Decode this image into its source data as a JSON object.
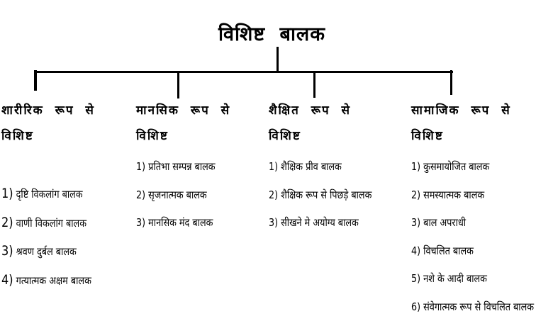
{
  "diagram": {
    "title": "विशिष्ट बालक",
    "colors": {
      "text": "#000000",
      "lines": "#000000",
      "background": "#ffffff"
    },
    "categories": [
      {
        "line1": "शारीरिक रूप से",
        "line2": "विशिष्ट",
        "items": [
          {
            "num": "1)",
            "text": "दृष्टि विकलांग बालक"
          },
          {
            "num": "2)",
            "text": "वाणी विकलांग बालक"
          },
          {
            "num": "3)",
            "text": "श्रवण दुर्बल बालक"
          },
          {
            "num": "4)",
            "text": "गत्यात्मक अक्षम बालक"
          }
        ]
      },
      {
        "line1": "मानसिक रूप से",
        "line2": "विशिष्ट",
        "items": [
          {
            "num": "1)",
            "text": "प्रतिभा सम्पन्न बालक"
          },
          {
            "num": "2)",
            "text": "सृजनात्मक बालक"
          },
          {
            "num": "3)",
            "text": "मानसिक मंद बालक"
          }
        ]
      },
      {
        "line1": "शैक्षित रूप से",
        "line2": "विशिष्ट",
        "items": [
          {
            "num": "1)",
            "text": "शैक्षिक प्रीव बालक"
          },
          {
            "num": "2)",
            "text": "शैक्षिक रूप से पिछड़े बालक"
          },
          {
            "num": "3)",
            "text": "सीखने मे अयोग्य बालक"
          }
        ]
      },
      {
        "line1": "सामाजिक रूप से",
        "line2": "विशिष्ट",
        "items": [
          {
            "num": "1)",
            "text": "कुसमायोजित बालक"
          },
          {
            "num": "2)",
            "text": "समस्यात्मक बालक"
          },
          {
            "num": "3)",
            "text": "बाल अपराधी"
          },
          {
            "num": "4)",
            "text": "विचलित बालक"
          },
          {
            "num": "5)",
            "text": "नशे के आदी बालक"
          },
          {
            "num": "6)",
            "text": "संवेगात्मक रूप से विचलित बालक"
          }
        ]
      }
    ]
  }
}
